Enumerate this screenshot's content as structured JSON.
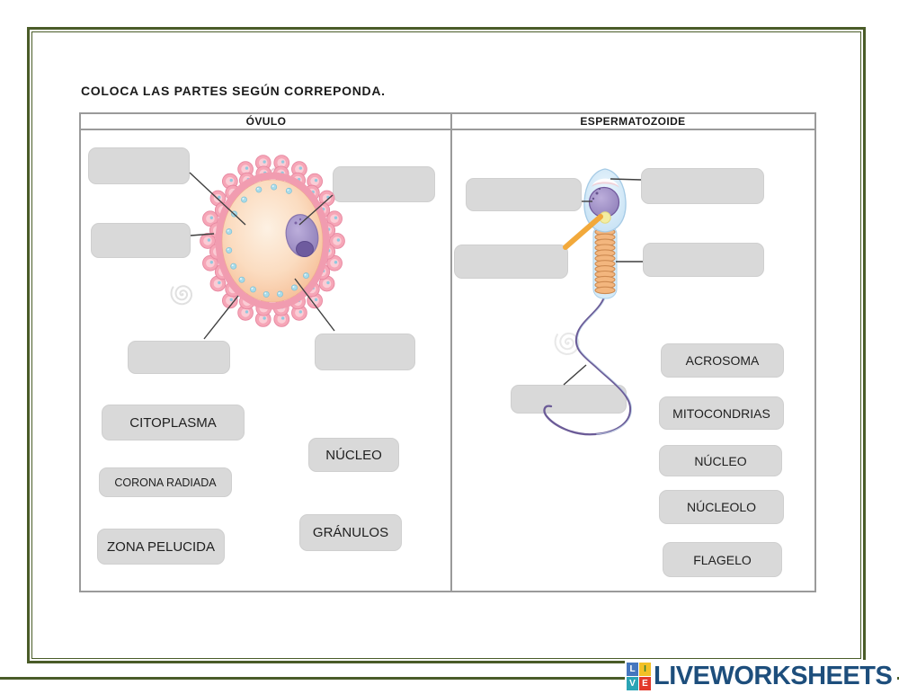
{
  "title": "COLOCA LAS PARTES SEGÚN CORREPONDA.",
  "table": {
    "ovulo_header": "ÓVULO",
    "espermatozoide_header": "ESPERMATOZOIDE"
  },
  "ovulo": {
    "empty_slot_count": 5,
    "word_bank": [
      "CITOPLASMA",
      "CORONA RADIADA",
      "ZONA PELUCIDA",
      "NÚCLEO",
      "GRÁNULOS"
    ]
  },
  "espermatozoide": {
    "empty_slot_count": 5,
    "word_bank": [
      "ACROSOMA",
      "MITOCONDRIAS",
      "NÚCLEO",
      "NÚCLEOLO",
      "FLAGELO"
    ]
  },
  "footer": {
    "logo_text": "LIVEWORKSHEETS",
    "logo_icon_letters": [
      "L",
      "I",
      "V",
      "E"
    ]
  },
  "colors": {
    "frame_green": "#4a5c28",
    "slot_gray": "#d9d9d9",
    "table_border": "#9a9a9a",
    "logo_navy": "#1d4e7c",
    "logo_square_l": "#4576be",
    "logo_square_i": "#f2c026",
    "logo_square_v": "#2aa4b5",
    "logo_square_e": "#e2392b",
    "egg_corona_pink": "#f6a6b7",
    "egg_cytoplasm_peach": "#f5bb92",
    "nucleus_purple": "#8f7fb9",
    "sperm_head_blue": "#c9e4f6",
    "mitochondria_orange": "#f3b67e",
    "pointer_orange": "#f2a93b"
  }
}
